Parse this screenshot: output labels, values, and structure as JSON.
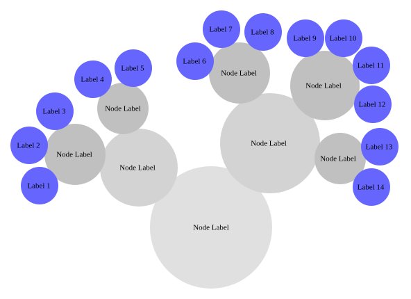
{
  "colors": {
    "root": "#e0e0e0",
    "level1": "#d3d3d3",
    "level2": "#c0c0c0",
    "leaf": "#6666ff"
  },
  "nodes": {
    "root": {
      "label": "Node Label"
    },
    "branch_left": {
      "label": "Node Label"
    },
    "branch_right": {
      "label": "Node Label"
    },
    "group_a": {
      "label": "Node Label"
    },
    "group_b": {
      "label": "Node Label"
    },
    "group_c": {
      "label": "Node Label"
    },
    "group_d": {
      "label": "Node Label"
    },
    "group_e": {
      "label": "Node Label"
    }
  },
  "leaves": [
    {
      "label": "Label 1"
    },
    {
      "label": "Label 2"
    },
    {
      "label": "Label 3"
    },
    {
      "label": "Label 4"
    },
    {
      "label": "Label 5"
    },
    {
      "label": "Label 6"
    },
    {
      "label": "Label 7"
    },
    {
      "label": "Label 8"
    },
    {
      "label": "Label 9"
    },
    {
      "label": "Label 10"
    },
    {
      "label": "Label 11"
    },
    {
      "label": "Label 12"
    },
    {
      "label": "Label 13"
    },
    {
      "label": "Label 14"
    }
  ]
}
